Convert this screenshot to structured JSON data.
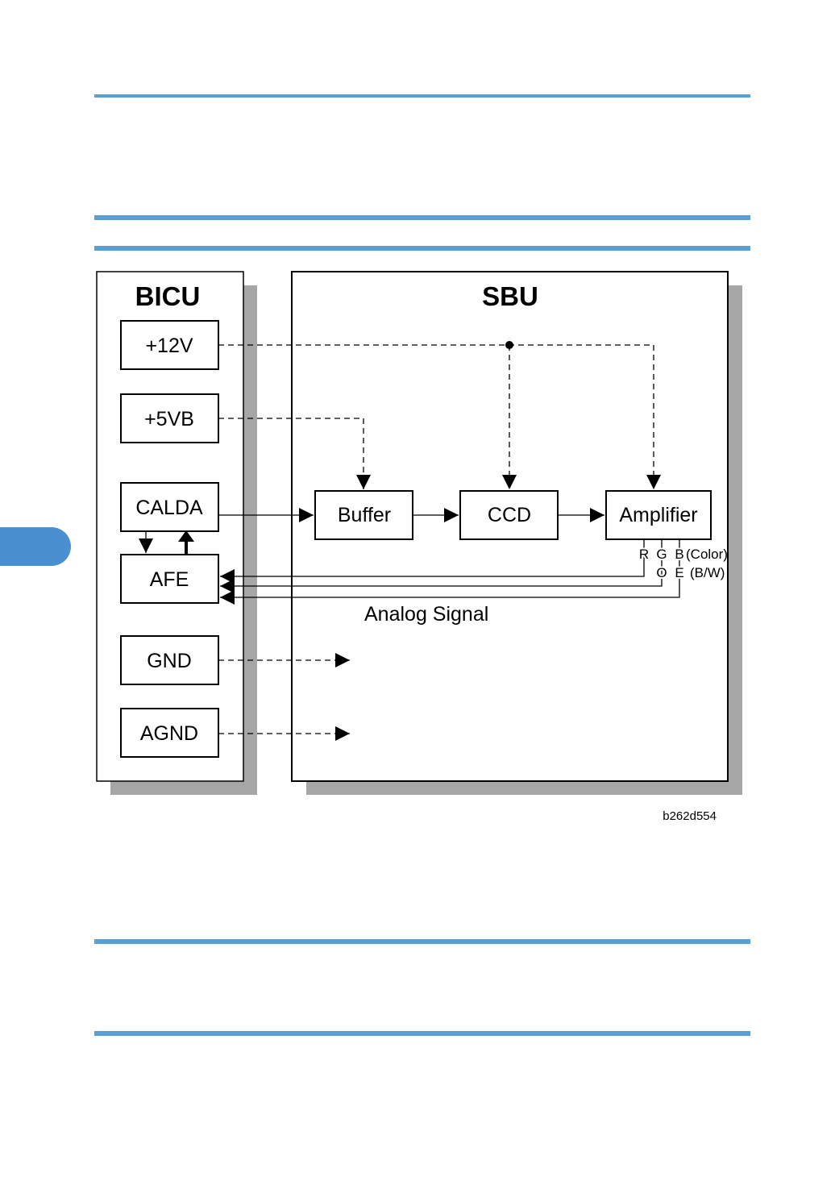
{
  "diagram": {
    "bicu_title": "BICU",
    "sbu_title": "SBU",
    "bicu_blocks": {
      "v12": "+12V",
      "v5vb": "+5VB",
      "calda": "CALDA",
      "afe": "AFE",
      "gnd": "GND",
      "agnd": "AGND"
    },
    "sbu_blocks": {
      "buffer": "Buffer",
      "ccd": "CCD",
      "amplifier": "Amplifier"
    },
    "signal_labels": {
      "r": "R",
      "g": "G",
      "b": "B",
      "color": "(Color)",
      "o": "O",
      "e": "E",
      "bw": "(B/W)"
    },
    "analog_signal_label": "Analog Signal",
    "figure_id": "b262d554"
  }
}
